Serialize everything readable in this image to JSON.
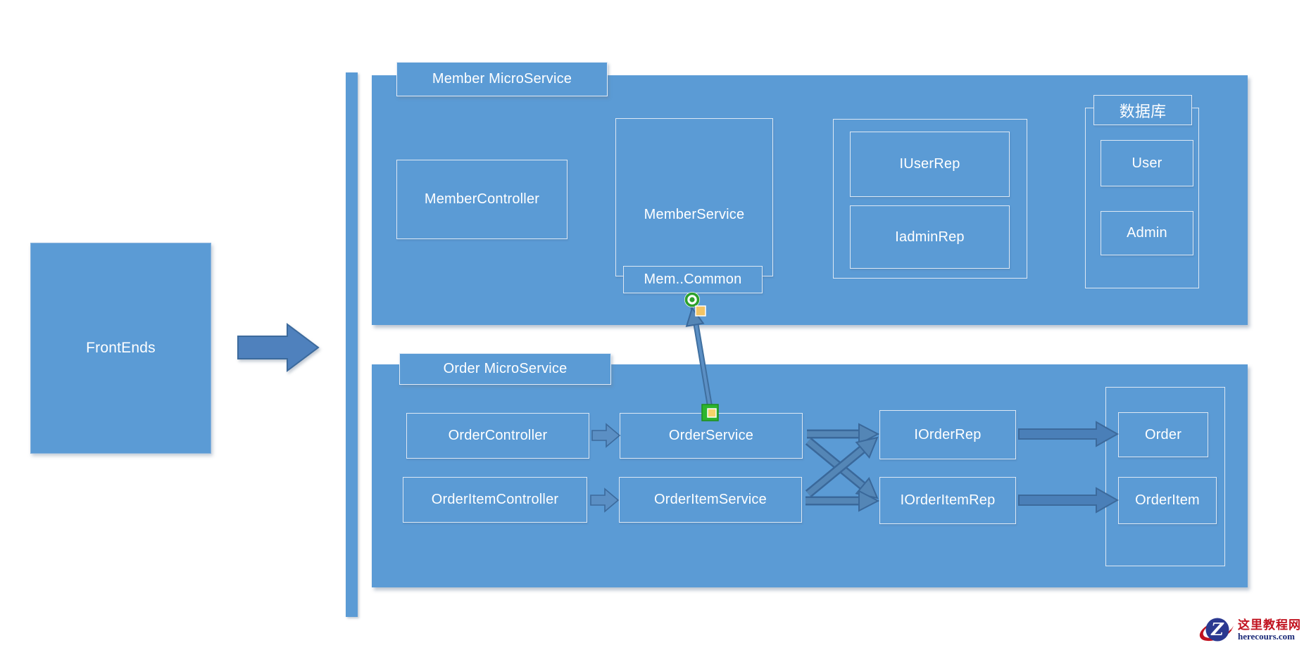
{
  "frontends": {
    "label": "FrontEnds"
  },
  "member_group": {
    "title": "Member MicroService",
    "member_controller": "MemberController",
    "member_service": "MemberService",
    "mem_common": "Mem..Common",
    "iuser_rep": "IUserRep",
    "iadmin_rep": "IadminRep",
    "database": {
      "title": "数据库",
      "user": "User",
      "admin": "Admin"
    }
  },
  "order_group": {
    "title": "Order MicroService",
    "order_controller": "OrderController",
    "order_service": "OrderService",
    "order_item_controller": "OrderItemController",
    "order_item_service": "OrderItemService",
    "iorder_rep": "IOrderRep",
    "iorder_item_rep": "IOrderItemRep",
    "order": "Order",
    "order_item": "OrderItem"
  },
  "watermark": {
    "site_name": "这里教程网",
    "site_domain": "herecours.com",
    "logo_letter": "Z"
  },
  "colors": {
    "shape_blue": "#5b9bd5",
    "arrow_fill": "#4f81bd",
    "arrow_stroke": "#3c6a9c",
    "border_light": "#dde8f4",
    "selection_green": "#2db52d",
    "handle_yellow": "#f2c465",
    "watermark_red": "#c1121f",
    "watermark_navy": "#1b2a78"
  }
}
